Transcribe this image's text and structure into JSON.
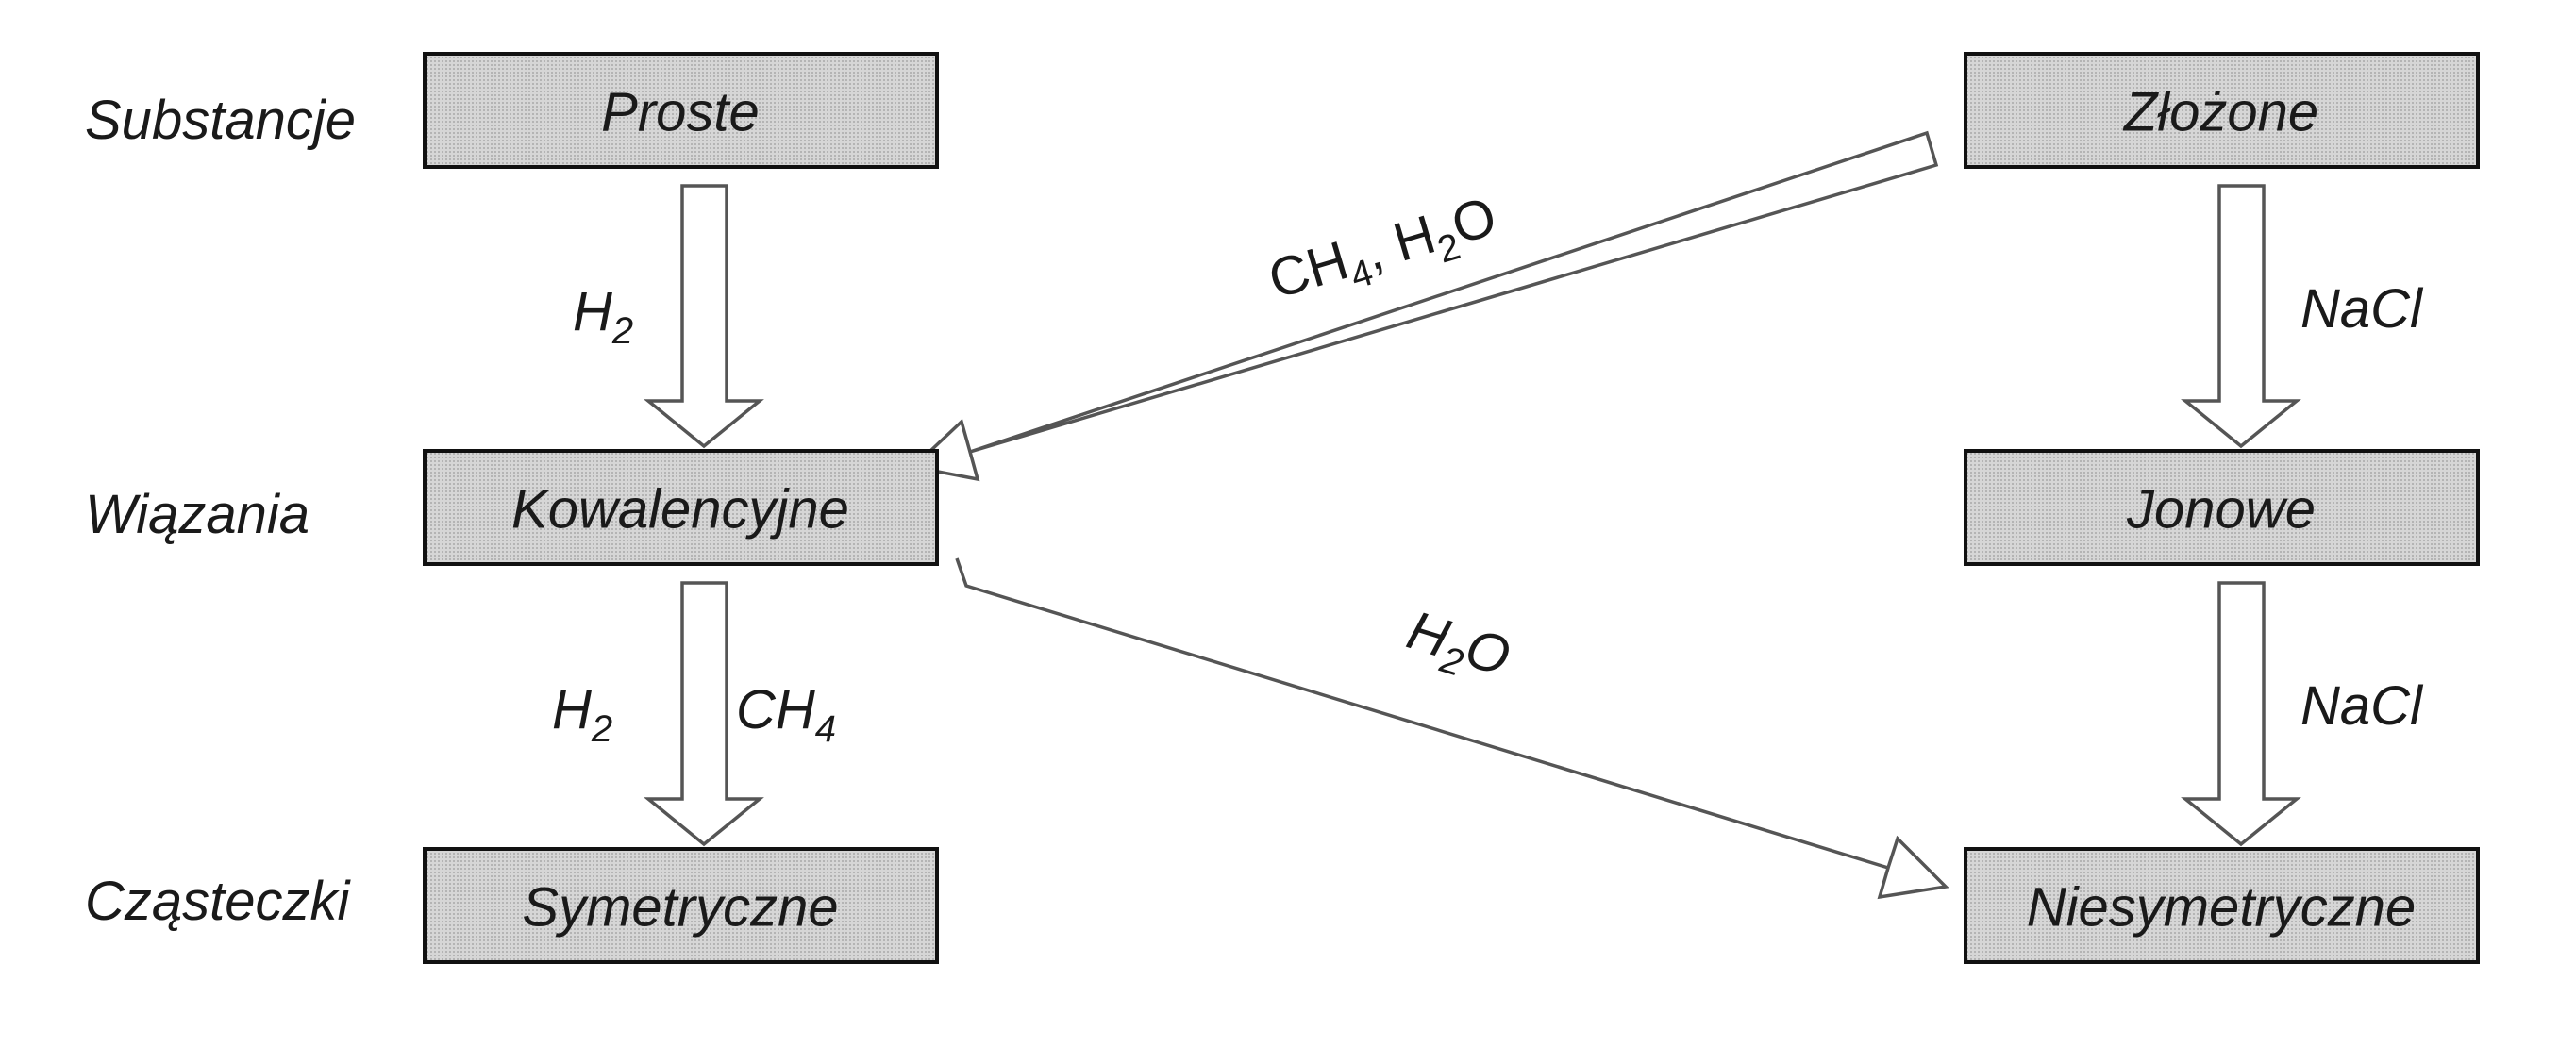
{
  "row_labels": {
    "substances": "Substancje",
    "bonds": "Wiązania",
    "molecules": "Cząsteczki"
  },
  "boxes": {
    "simple": "Proste",
    "compound": "Złożone",
    "covalent": "Kowalencyjne",
    "ionic": "Jonowe",
    "symmetric": "Symetryczne",
    "asymmetric": "Niesymetryczne"
  },
  "edge_labels": {
    "simple_to_covalent": {
      "base": "H",
      "sub": "2"
    },
    "compound_to_ionic": "NaCl",
    "compound_to_covalent": {
      "part1": "CH",
      "sub1": "4",
      "part2": ", H",
      "sub2": "2",
      "part3": "O"
    },
    "covalent_to_symmetric_left": {
      "base": "H",
      "sub": "2"
    },
    "covalent_to_symmetric_right": {
      "base": "CH",
      "sub": "4"
    },
    "covalent_to_asymmetric": {
      "base": "H",
      "sub": "2",
      "tail": "O"
    },
    "ionic_to_asymmetric": "NaCl"
  },
  "colors": {
    "box_fill": "#d0d0d0",
    "box_border": "#111111",
    "arrow_outline": "#555555",
    "text": "#1a1a1a"
  }
}
